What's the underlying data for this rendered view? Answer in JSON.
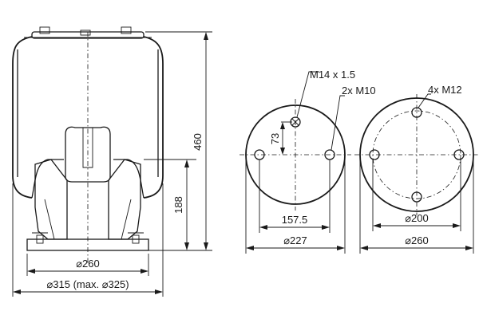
{
  "side_view": {
    "height_total": "460",
    "height_mount": "188",
    "diameter_piston": "⌀260",
    "diameter_bellow": "⌀315 (max. ⌀325)"
  },
  "top_plate": {
    "bolt_center": "M14 x 1.5",
    "bolt_pair": "2x M10",
    "offset": "73",
    "bolt_spacing": "157.5",
    "diameter": "⌀227"
  },
  "bottom_plate": {
    "bolts": "4x M12",
    "bolt_circle": "⌀200",
    "diameter": "⌀260"
  }
}
